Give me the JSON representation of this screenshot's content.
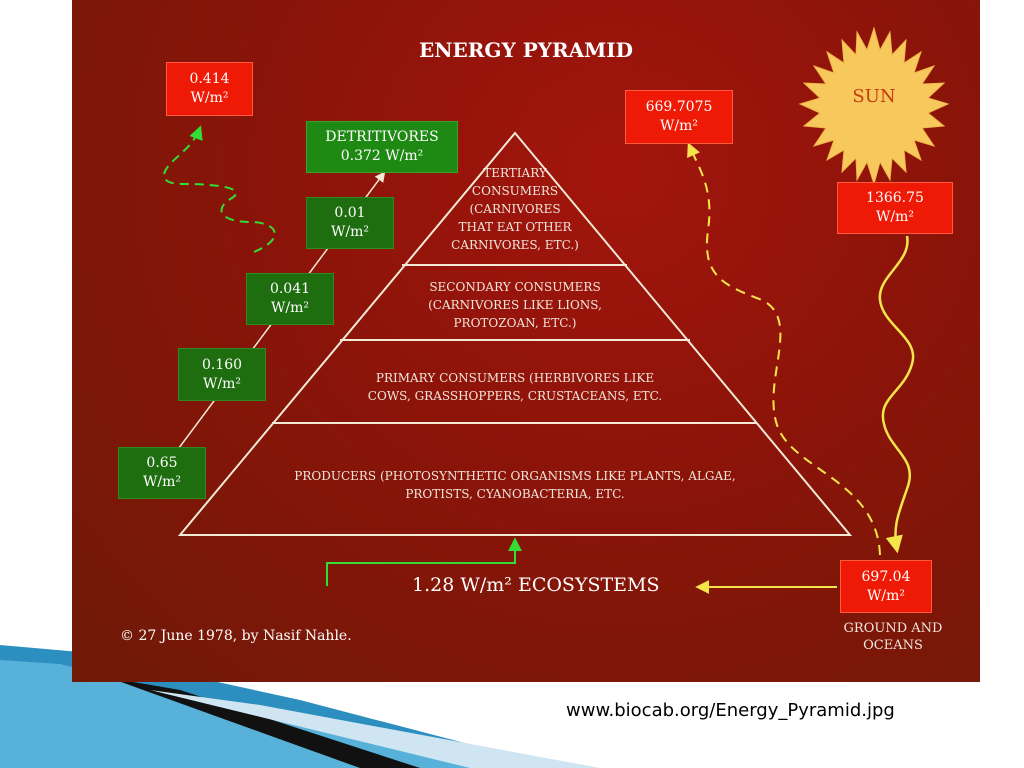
{
  "title": "ENERGY PYRAMID",
  "sun": {
    "label": "SUN",
    "flux_value": "1366.75",
    "flux_unit": "W/m²"
  },
  "reflected": {
    "value": "669.7075",
    "unit": "W/m²"
  },
  "ground": {
    "value": "697.04",
    "unit": "W/m²",
    "label_line1": "GROUND AND",
    "label_line2": "OCEANS"
  },
  "ecosystems_label": "1.28 W/m² ECOSYSTEMS",
  "heat_loss": {
    "value": "0.414",
    "unit": "W/m²"
  },
  "detritivores": {
    "label": "DETRITIVORES",
    "value": "0.372 W/m²"
  },
  "trophic_values": [
    {
      "value": "0.01",
      "unit": "W/m²"
    },
    {
      "value": "0.041",
      "unit": "W/m²"
    },
    {
      "value": "0.160",
      "unit": "W/m²"
    },
    {
      "value": "0.65",
      "unit": "W/m²"
    }
  ],
  "pyramid_tiers": [
    {
      "lines": [
        "TERTIARY",
        "CONSUMERS",
        "(CARNIVORES",
        "THAT EAT OTHER",
        "CARNIVORES, ETC.)"
      ]
    },
    {
      "lines": [
        "SECONDARY CONSUMERS",
        "(CARNIVORES LIKE LIONS,",
        "PROTOZOAN, ETC.)"
      ]
    },
    {
      "lines": [
        "PRIMARY CONSUMERS (HERBIVORES LIKE",
        "COWS, GRASSHOPPERS, CRUSTACEANS, ETC."
      ]
    },
    {
      "lines": [
        "PRODUCERS (PHOTOSYNTHETIC ORGANISMS LIKE PLANTS, ALGAE,",
        "PROTISTS, CYANOBACTERIA, ETC."
      ]
    }
  ],
  "copyright": "© 27 June 1978, by Nasif Nahle.",
  "source_url": "www.biocab.org/Energy_Pyramid.jpg",
  "colors": {
    "background_dark": "#6f1a07",
    "background_light": "#a3150d",
    "red_box": "#ee1a06",
    "green_box": "#1e6e10",
    "sun_fill": "#f7c85c",
    "yellow_arrow": "#f4e64a",
    "green_arrow": "#33dd33",
    "pyramid_line": "#f3ead6"
  }
}
